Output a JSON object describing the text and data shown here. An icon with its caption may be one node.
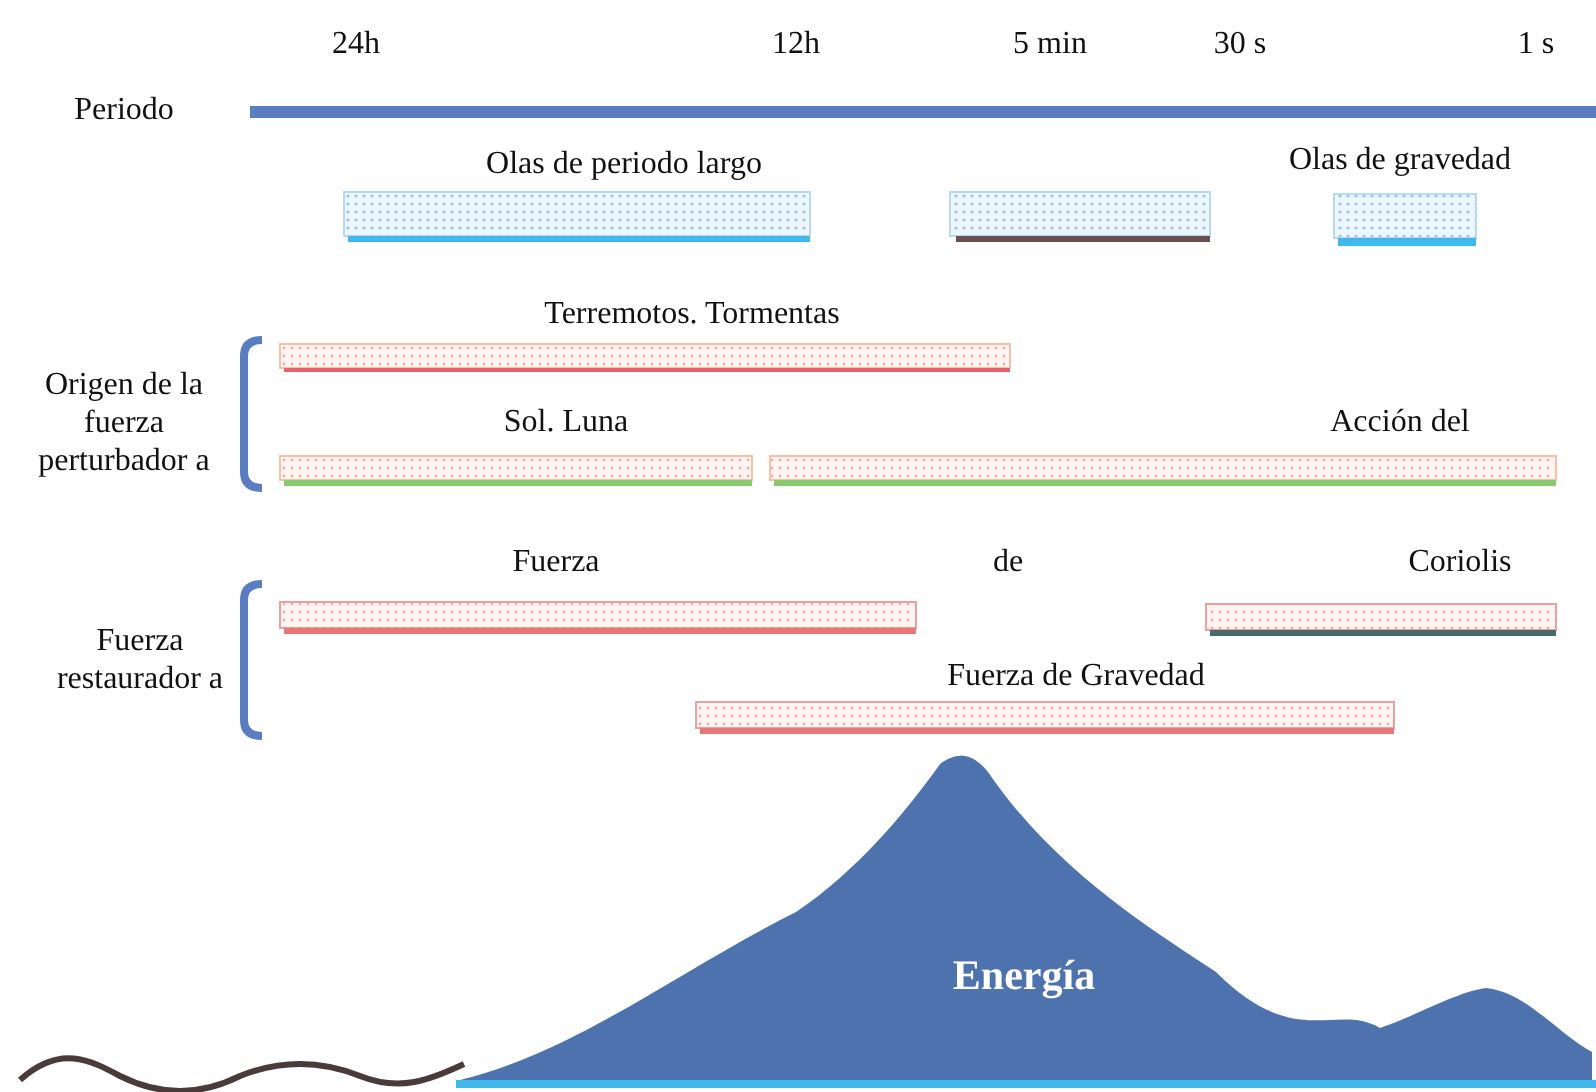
{
  "diagram": {
    "nodes": [
      {
        "text": [
          "Energía"
        ]
      }
    ],
    "labels": [
      "24h",
      "12h",
      "5 min",
      "30 s",
      "1 s",
      "Periodo",
      "Olas de periodo largo",
      "Olas de gravedad",
      "Terremotos. Tormentas",
      "Origen de la fuerza perturbador a",
      "Sol. Luna",
      "Acción del",
      "Fuerza",
      "de",
      "Coriolis",
      "Fuerza restaurador a",
      "Fuerza de Gravedad"
    ]
  }
}
